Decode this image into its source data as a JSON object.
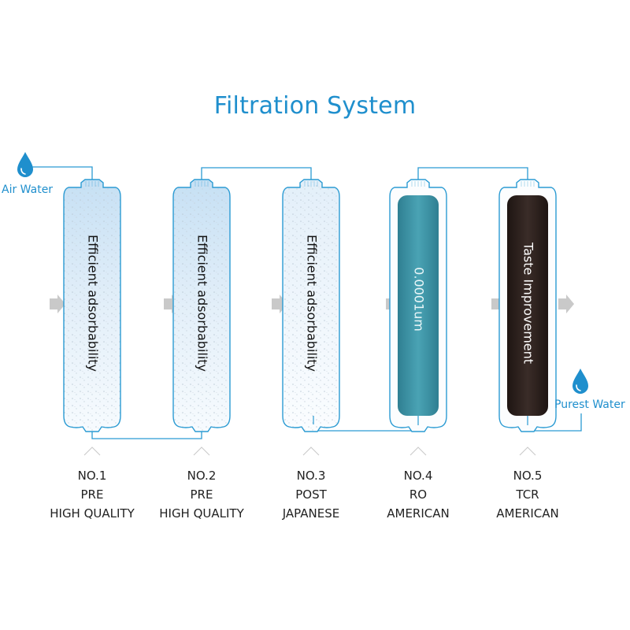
{
  "title": "Filtration System",
  "input_label": "Air Water",
  "output_label": "Purest Water",
  "colors": {
    "accent": "#1f8fcd",
    "pipe": "#2b9bd3",
    "arrow": "#c9c9c9",
    "ro_core": "#3b8fa0",
    "tcr_core": "#2a1e1b"
  },
  "filters": [
    {
      "label": "Efficient adsorbability",
      "type": "sediment",
      "caption": [
        "NO.1",
        "PRE",
        "HIGH QUALITY"
      ]
    },
    {
      "label": "Efficient adsorbability",
      "type": "sediment",
      "caption": [
        "NO.2",
        "PRE",
        "HIGH QUALITY"
      ]
    },
    {
      "label": "Efficient adsorbability",
      "type": "sediment-light",
      "caption": [
        "NO.3",
        "POST",
        "JAPANESE"
      ]
    },
    {
      "label": "0.0001um",
      "type": "ro",
      "caption": [
        "NO.4",
        "RO",
        "AMERICAN"
      ]
    },
    {
      "label": "Taste Improvement",
      "type": "tcr",
      "caption": [
        "NO.5",
        "TCR",
        "AMERICAN"
      ]
    }
  ]
}
